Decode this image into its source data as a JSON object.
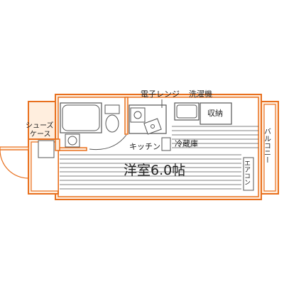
{
  "labels": {
    "microwave": "電子レンジ",
    "washer": "洗濯機",
    "storage": "収納",
    "shoe_case_line1": "シューズ",
    "shoe_case_line2": "ケース",
    "kitchen": "キッチン",
    "fridge": "冷蔵庫",
    "room": "洋室6.0帖",
    "balcony": "バルコニー",
    "aircon": "エアコン"
  },
  "colors": {
    "wall": "#e8701e",
    "fill": "#ffeede",
    "line": "#555555",
    "text": "#222222"
  },
  "icons": [
    "bathtub-icon",
    "toilet-icon",
    "stove-icon",
    "sink-icon",
    "washer-pan-icon"
  ]
}
